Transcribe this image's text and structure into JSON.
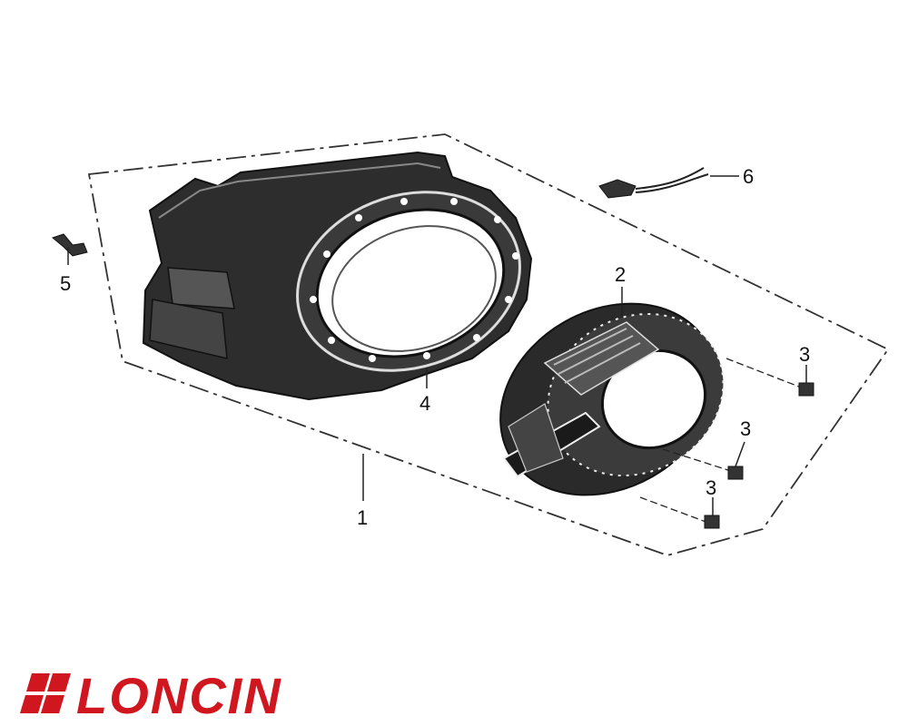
{
  "callouts": {
    "c1": "1",
    "c2": "2",
    "c3a": "3",
    "c3b": "3",
    "c3c": "3",
    "c4": "4",
    "c5": "5",
    "c6": "6"
  },
  "brand": {
    "name": "LONCIN",
    "color": "#d0161f"
  },
  "icons": {
    "logo": "loncin-logo-icon",
    "shroud": "fan-shroud-icon",
    "starter": "recoil-starter-icon",
    "bolt": "bolt-icon",
    "harness": "wire-harness-icon",
    "clip": "clip-icon"
  }
}
